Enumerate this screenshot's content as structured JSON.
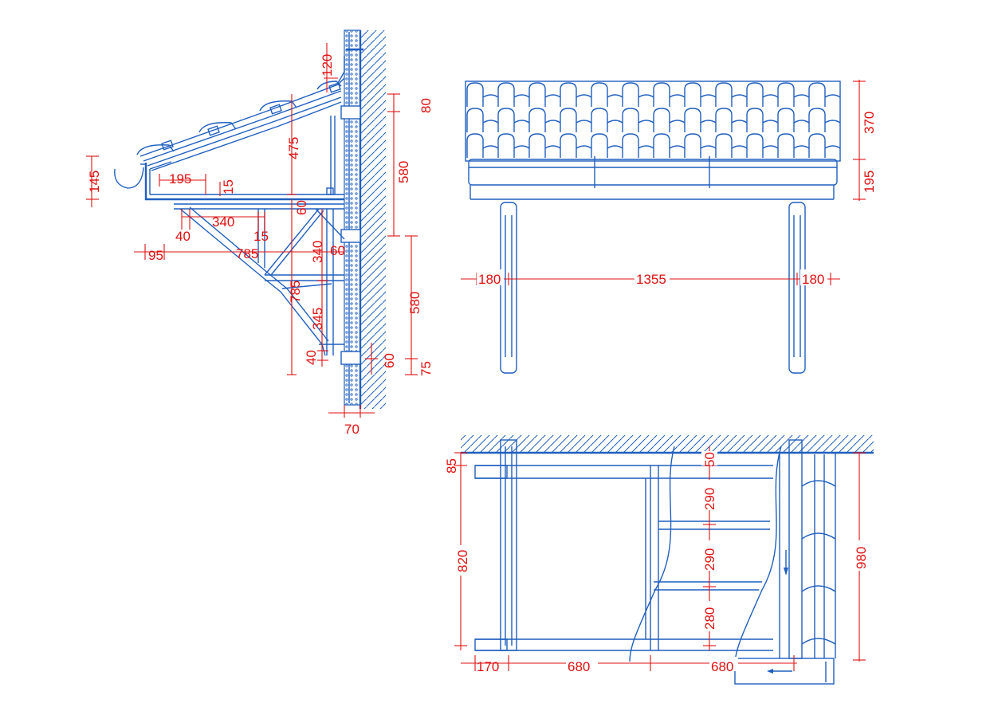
{
  "side_section": {
    "dims": {
      "d120": "120",
      "d80": "80",
      "d475": "475",
      "d580a": "580",
      "d145": "145",
      "d195": "195",
      "d15a": "15",
      "d60a": "60",
      "d340a": "340",
      "d40a": "40",
      "d15b": "15",
      "d95": "95",
      "d785a": "785",
      "d340b": "340",
      "d60b": "60",
      "d785b": "785",
      "d580b": "580",
      "d345": "345",
      "d40b": "40",
      "d60c": "60",
      "d75": "75",
      "d70": "70"
    }
  },
  "front_view": {
    "dims": {
      "d370": "370",
      "d195": "195",
      "d180l": "180",
      "d1355": "1355",
      "d180r": "180"
    }
  },
  "plan_view": {
    "dims": {
      "d85": "85",
      "d50": "50",
      "d290a": "290",
      "d290b": "290",
      "d280": "280",
      "d820": "820",
      "d980": "980",
      "d170": "170",
      "d680a": "680",
      "d680b": "680"
    }
  }
}
